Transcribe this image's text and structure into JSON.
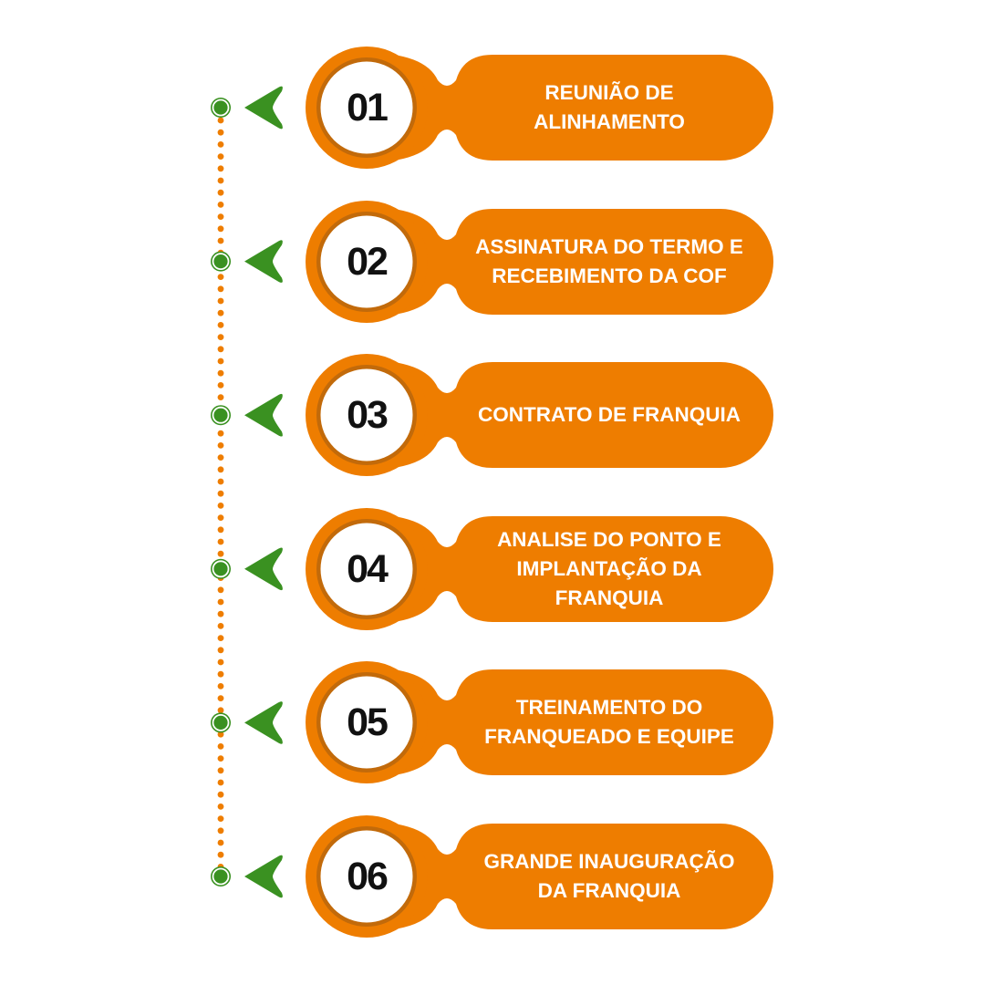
{
  "title": "Etapas da franquia",
  "colors": {
    "orange": "#ee7d00",
    "orange_dark": "#c26a0a",
    "green": "#3a9121",
    "white": "#ffffff",
    "number_text": "#111111"
  },
  "steps": [
    {
      "number": "01",
      "label": "REUNIÃO DE\nALINHAMENTO"
    },
    {
      "number": "02",
      "label": "ASSINATURA DO TERMO E\nRECEBIMENTO DA COF"
    },
    {
      "number": "03",
      "label": "CONTRATO DE FRANQUIA"
    },
    {
      "number": "04",
      "label": "ANALISE DO PONTO E\nIMPLANTAÇÃO DA\nFRANQUIA"
    },
    {
      "number": "05",
      "label": "TREINAMENTO DO\nFRANQUEADO E EQUIPE"
    },
    {
      "number": "06",
      "label": "GRANDE INAUGURAÇÃO\nDA FRANQUIA"
    }
  ]
}
